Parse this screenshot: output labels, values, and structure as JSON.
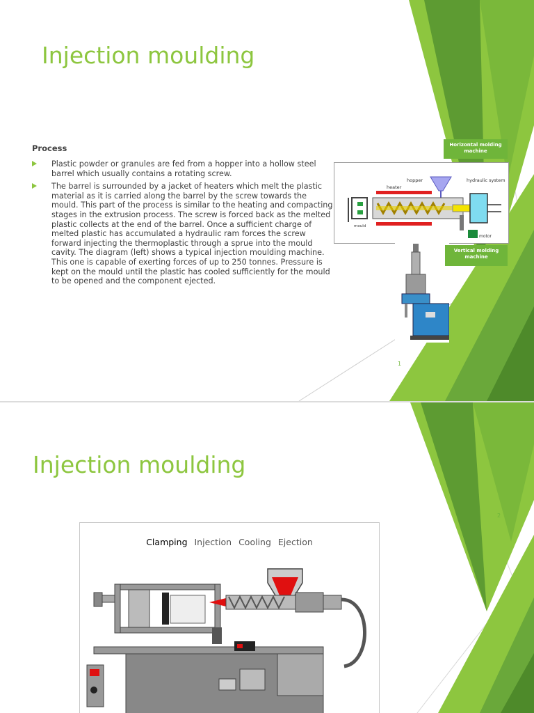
{
  "slide1": {
    "title": "Injection moulding",
    "process_heading": "Process",
    "bullets": [
      "Plastic powder or granules are fed from a hopper into a hollow steel barrel  which usually contains a rotating screw.",
      "The barrel is surrounded by a jacket of heaters which melt the plastic material as it is carried along the barrel by the screw towards the mould. This part of the process is similar to the heating and compacting stages in the extrusion process.  The screw is forced back as the melted plastic collects at the end of the barrel. Once a sufficient charge of melted plastic has accumulated a hydraulic ram forces the screw forward injecting the thermoplastic through a sprue into the mould cavity. The diagram (left) shows a typical injection moulding machine. This one is capable of exerting forces of up to 250 tonnes.  Pressure is kept on the mould until the plastic has cooled sufficiently for the mould to be opened and the component ejected."
    ],
    "horizontal_label": "Horizontal molding machine",
    "vertical_label": "Vertical molding machine",
    "diagram_labels": {
      "hopper": "hopper",
      "hydraulic": "hydraulic system",
      "heater": "heater",
      "mould": "mould",
      "motor": "motor"
    },
    "page_number": "1"
  },
  "slide2": {
    "title": "Injection moulding",
    "page_number": "2",
    "stages": [
      "Clamping",
      "Injection",
      "Cooling",
      "Ejection"
    ],
    "active_stage": "Clamping"
  },
  "colors": {
    "accent_green": "#8dc63f",
    "dark_green": "#4e8a2a",
    "label_green": "#6fb53a",
    "text": "#404040"
  }
}
